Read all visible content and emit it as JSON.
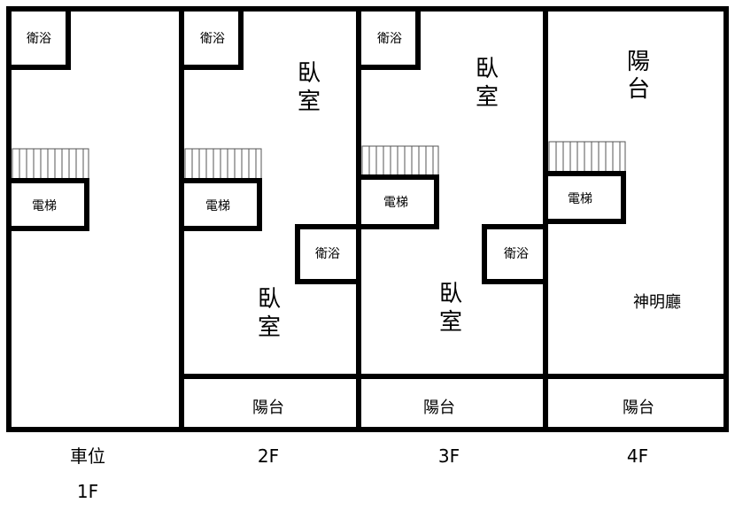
{
  "floor_plan": {
    "floors": [
      {
        "id": "1f",
        "caption": "車位",
        "floor_label": "1F",
        "rooms": {
          "bath": "衛浴",
          "elevator": "電梯"
        }
      },
      {
        "id": "2f",
        "floor_label": "2F",
        "rooms": {
          "bath_top": "衛浴",
          "bedroom_top": [
            "臥",
            "室"
          ],
          "elevator": "電梯",
          "bath_mid": "衛浴",
          "bedroom_bottom": [
            "臥",
            "室"
          ],
          "balcony": "陽台"
        }
      },
      {
        "id": "3f",
        "floor_label": "3F",
        "rooms": {
          "bath_top": "衛浴",
          "bedroom_top": [
            "臥",
            "室"
          ],
          "elevator": "電梯",
          "bath_mid": "衛浴",
          "bedroom_bottom": [
            "臥",
            "室"
          ],
          "balcony": "陽台"
        }
      },
      {
        "id": "4f",
        "floor_label": "4F",
        "rooms": {
          "balcony_top": [
            "陽",
            "台"
          ],
          "elevator": "電梯",
          "shrine_hall": "神明廳",
          "balcony": "陽台"
        }
      }
    ]
  }
}
